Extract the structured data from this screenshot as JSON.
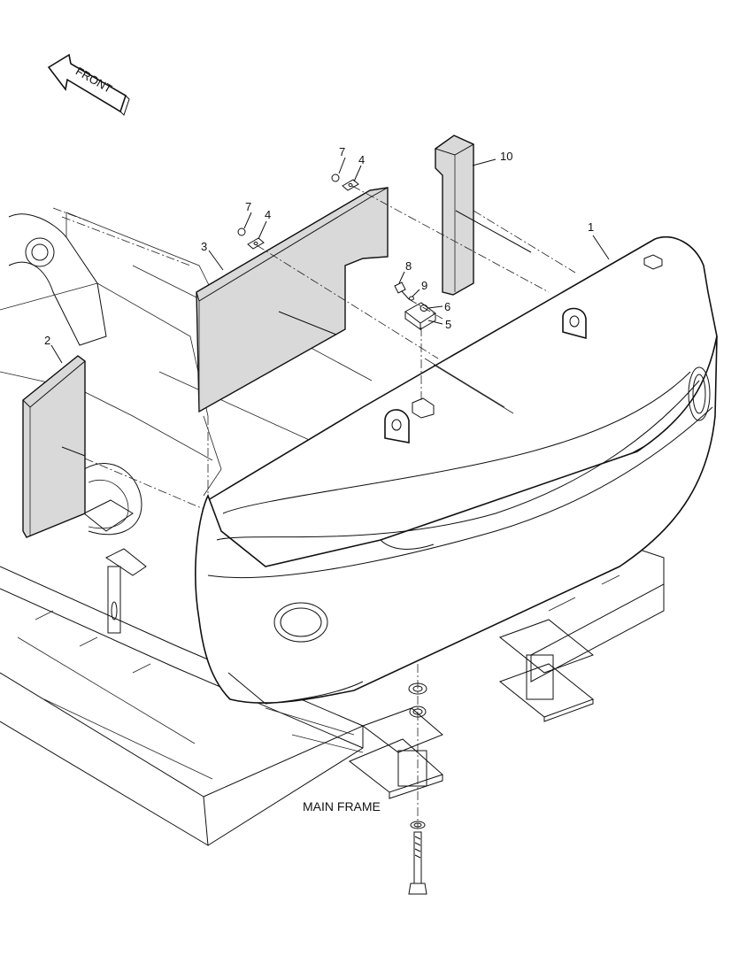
{
  "orientation_label": "FRONT",
  "assembly_label": "MAIN FRAME",
  "callouts": [
    "1",
    "2",
    "3",
    "4",
    "4",
    "5",
    "6",
    "7",
    "7",
    "8",
    "9",
    "10"
  ],
  "colors": {
    "plate_fill": "#d9d9d9",
    "line": "#111111",
    "background": "#ffffff"
  }
}
